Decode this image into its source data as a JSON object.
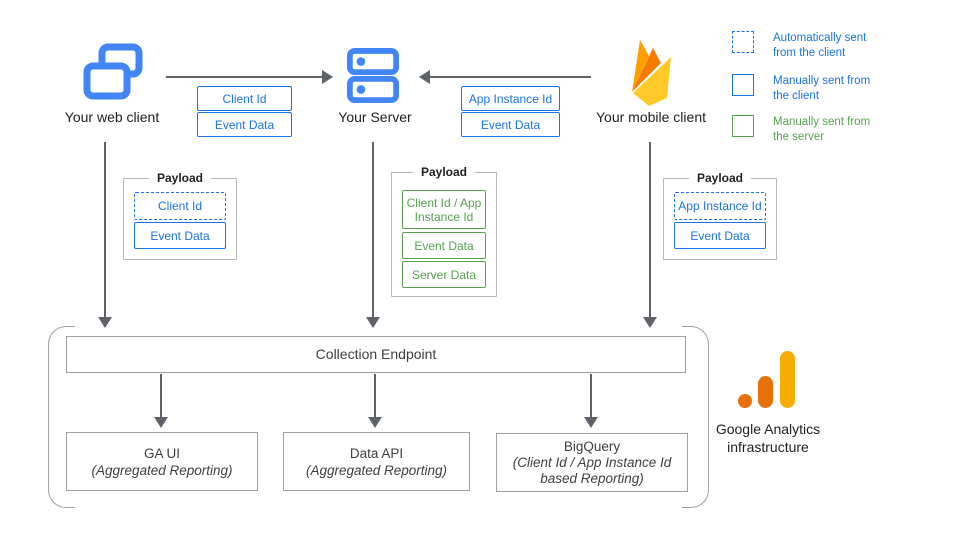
{
  "nodes": {
    "web_client": {
      "label": "Your web client"
    },
    "server": {
      "label": "Your Server"
    },
    "mobile_client": {
      "label": "Your mobile client"
    }
  },
  "flows": {
    "web_to_server": {
      "chip1": "Client Id",
      "chip2": "Event Data"
    },
    "mobile_to_server": {
      "chip1": "App Instance Id",
      "chip2": "Event Data"
    }
  },
  "payloads": {
    "web": {
      "title": "Payload",
      "item1": "Client Id",
      "item2": "Event Data"
    },
    "server": {
      "title": "Payload",
      "item1": "Client Id / App Instance Id",
      "item2": "Event Data",
      "item3": "Server Data"
    },
    "mobile": {
      "title": "Payload",
      "item1": "App Instance Id",
      "item2": "Event Data"
    }
  },
  "legend": {
    "auto_client": "Automatically sent from the client",
    "manual_client": "Manually sent from the client",
    "manual_server": "Manually sent from the server"
  },
  "infrastructure": {
    "endpoint": "Collection Endpoint",
    "ga_ui": {
      "title": "GA UI",
      "subtitle": "(Aggregated Reporting)"
    },
    "data_api": {
      "title": "Data API",
      "subtitle": "(Aggregated Reporting)"
    },
    "bigquery": {
      "title": "BigQuery",
      "subtitle": "(Client Id / App Instance Id based Reporting)"
    },
    "caption_line1": "Google Analytics",
    "caption_line2": "infrastructure"
  },
  "colors": {
    "blue": "#1a73e8",
    "icon_blue": "#4285f4",
    "green": "#56a14e",
    "arrow_gray": "#5f6368",
    "box_border_gray": "#9aa0a6",
    "firebase_yellow": "#ffca28",
    "firebase_orange": "#ffa000",
    "firebase_dark_orange": "#f57c00",
    "ga_orange": "#e8710a",
    "ga_amber": "#f9ab00"
  }
}
